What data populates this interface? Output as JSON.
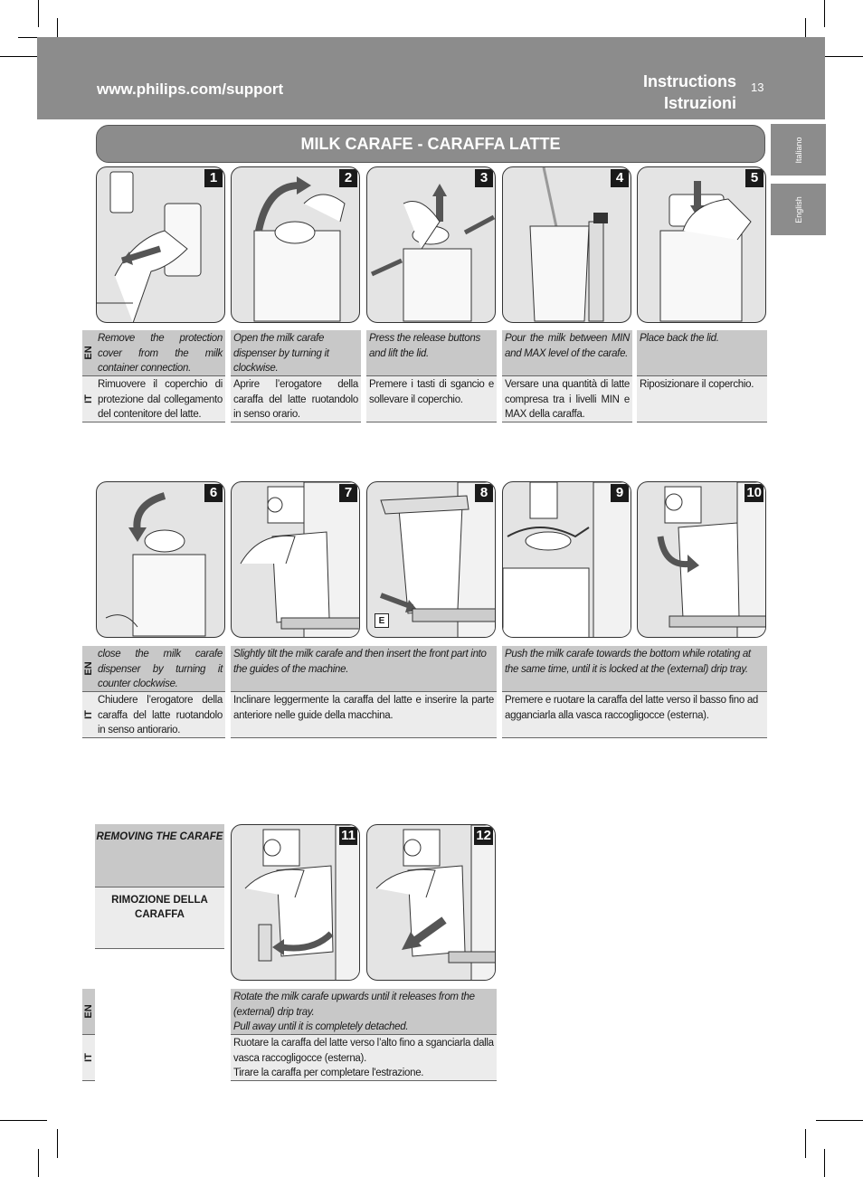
{
  "header": {
    "url": "www.philips.com/support",
    "title_en": "Instructions",
    "title_it": "Istruzioni",
    "page_number": "13"
  },
  "side_tabs": {
    "italiano": "Italiano",
    "english": "English"
  },
  "banner": "MILK CARAFE - CARAFFA LATTE",
  "lang_labels": {
    "en": "EN",
    "it": "IT"
  },
  "steps": [
    {
      "num": "1",
      "en": "Remove the protection cover from the milk container connection.",
      "it": "Rimuovere il coperchio di protezione dal collegamento del contenitore del latte."
    },
    {
      "num": "2",
      "en": "Open the milk carafe dispenser by turning it clockwise.",
      "it": "Aprire l’erogatore della caraffa del latte ruotandolo in senso orario."
    },
    {
      "num": "3",
      "en": "Press the release buttons and lift the lid.",
      "it": "Premere i tasti di sgancio e sollevare il coperchio."
    },
    {
      "num": "4",
      "en": "Pour the milk between MIN and MAX level of the carafe.",
      "it": "Versare una quantità di latte compresa tra i livelli MIN e MAX della caraffa."
    },
    {
      "num": "5",
      "en": "Place back the lid.",
      "it": "Riposizionare il coperchio."
    },
    {
      "num": "6",
      "en": "close the milk carafe dispenser by turning it counter clockwise.",
      "it": "Chiudere l’erogatore della caraffa del latte ruotandolo in senso antiorario."
    },
    {
      "num": "7"
    },
    {
      "num": "8",
      "label": "E"
    },
    {
      "num": "9"
    },
    {
      "num": "10"
    },
    {
      "num": "11"
    },
    {
      "num": "12"
    }
  ],
  "step_7_8": {
    "en": "Slightly tilt the milk carafe and then insert the front part into the guides of the machine.",
    "it": "Inclinare leggermente la caraffa del latte e inserire la parte anteriore nelle guide della macchina."
  },
  "step_9_10": {
    "en": "Push the milk carafe towards the bottom while rotating at the same time, until it is locked at the (external) drip tray.",
    "it": "Premere e ruotare la caraffa del latte verso il basso fino ad agganciarla alla vasca raccogligocce (esterna)."
  },
  "removing": {
    "en_title": "REMOVING THE CARAFE",
    "it_title": "RIMOZIONE DELLA CARAFFA",
    "en_line1": "Rotate the milk carafe upwards until it releases from  the (external) drip tray.",
    "en_line2": "Pull away until it is completely detached.",
    "it_line1": "Ruotare la caraffa del latte verso l’alto fino a sganciarla dalla vasca raccogligocce (esterna).",
    "it_line2": "Tirare la caraffa per completare l'estrazione."
  }
}
